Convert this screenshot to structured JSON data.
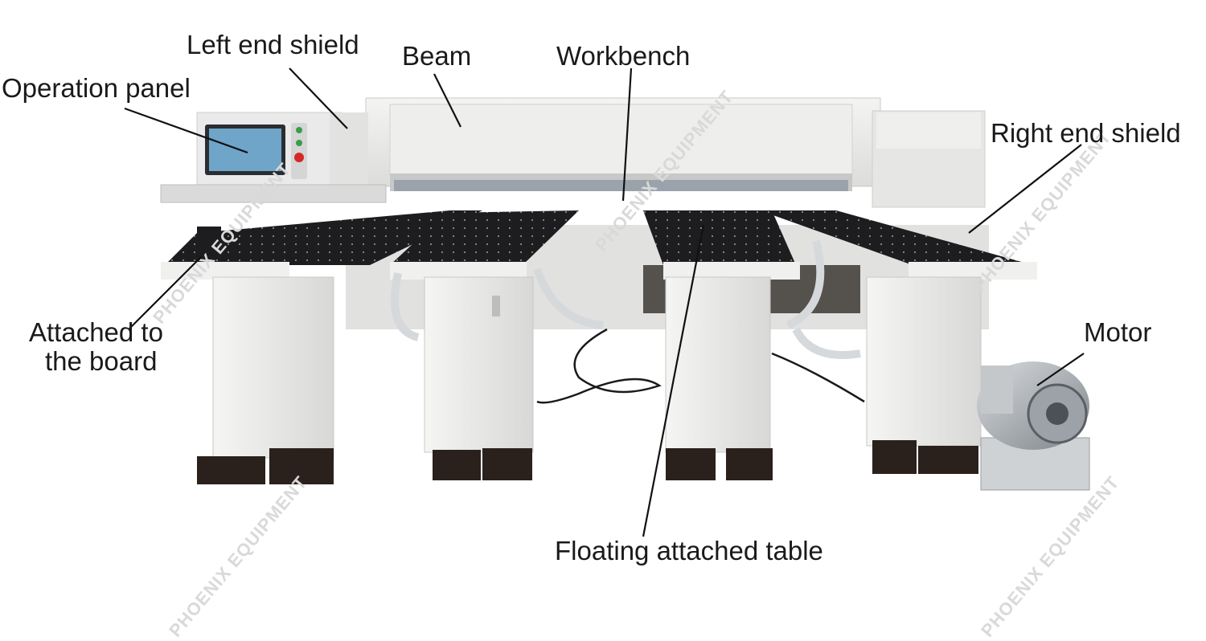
{
  "labels": {
    "left_end_shield": "Left end shield",
    "operation_panel": "Operation panel",
    "beam": "Beam",
    "workbench": "Workbench",
    "right_end_shield": "Right end shield",
    "attached_to_board_line1": "Attached to",
    "attached_to_board_line2": "the board",
    "motor": "Motor",
    "floating_attached_table": "Floating attached table"
  },
  "watermark": "PHOENIX EQUIPMENT",
  "colors": {
    "body_white": "#eeeeec",
    "table_black": "#1d1d1f",
    "feet_brown": "#2a211c",
    "label_text": "#1a1a1a",
    "leader_line": "#111111",
    "stop_button": "#d62828"
  }
}
